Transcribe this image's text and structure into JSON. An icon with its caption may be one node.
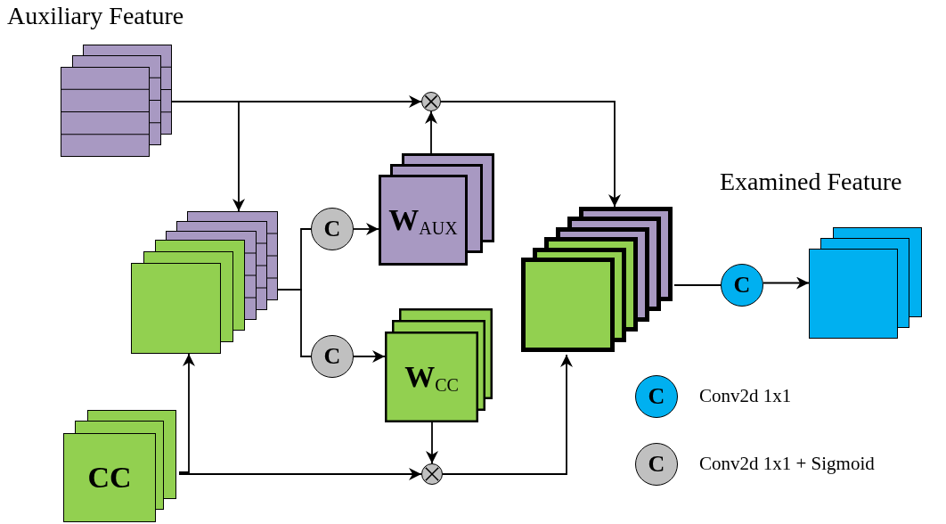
{
  "diagram": {
    "nodes": [
      {
        "text": [],
        "shape": "box",
        "beside": [
          "Auxiliary Feature"
        ]
      },
      {
        "text": [],
        "shape": "box"
      },
      {
        "text": [
          "C"
        ]
      },
      {
        "text": [
          "W$_{AUX}$"
        ]
      },
      {
        "text": [
          "C"
        ]
      },
      {
        "text": [
          "W$_{CC}$"
        ]
      },
      {
        "text": [],
        "shape": "circle"
      },
      {
        "text": [],
        "shape": "circle"
      },
      {
        "text": [
          "CC"
        ]
      },
      {
        "text": [],
        "shape": "box"
      },
      {
        "text": [
          "C"
        ]
      },
      {
        "text": [],
        "shape": "box",
        "beside": [
          "Examined Feature"
        ]
      }
    ],
    "edges": [
      {
        "from": 0,
        "to": 6,
        "arrow": "to"
      },
      {
        "from": 0,
        "to": 1,
        "arrow": "to"
      },
      {
        "from": 1,
        "to": 2,
        "arrow": "none"
      },
      {
        "from": 1,
        "to": 4,
        "arrow": "none"
      },
      {
        "from": 2,
        "to": 3,
        "arrow": "to"
      },
      {
        "from": 4,
        "to": 5,
        "arrow": "to"
      },
      {
        "from": 3,
        "to": 6,
        "arrow": "to"
      },
      {
        "from": 5,
        "to": 7,
        "arrow": "to"
      },
      {
        "from": 8,
        "to": 7,
        "arrow": "to"
      },
      {
        "from": 8,
        "to": 1,
        "arrow": "to"
      },
      {
        "from": 6,
        "to": 9,
        "arrow": "to"
      },
      {
        "from": 7,
        "to": 9,
        "arrow": "to"
      },
      {
        "from": 9,
        "to": 10,
        "arrow": "none"
      },
      {
        "from": 10,
        "to": 11,
        "arrow": "to"
      }
    ],
    "labels": [
      "C",
      "C"
    ],
    "legend": [
      {
        "text": "Conv2d 1x1",
        "color": "#00b0f0"
      },
      {
        "text": "Conv2d 1x1 + Sigmoid",
        "color": "#c0c0c0"
      }
    ]
  }
}
